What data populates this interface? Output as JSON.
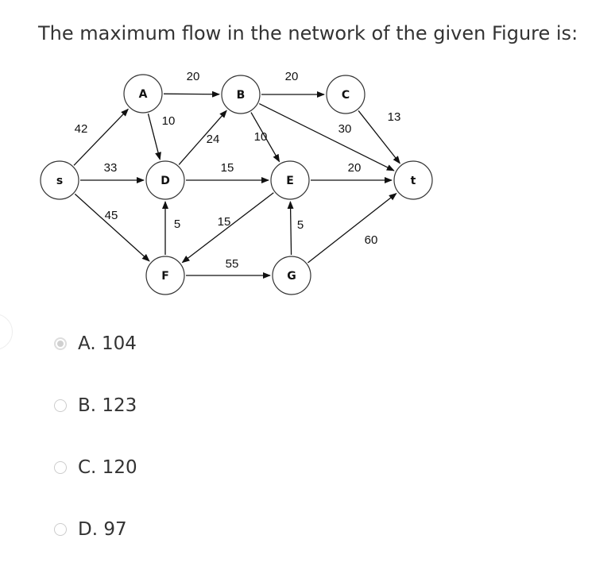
{
  "question": "The maximum flow in the network of the given Figure is:",
  "figure": {
    "nodes": [
      "s",
      "A",
      "B",
      "C",
      "D",
      "E",
      "t",
      "F",
      "G"
    ],
    "edges": [
      {
        "from": "s",
        "to": "A",
        "cap": "42"
      },
      {
        "from": "A",
        "to": "B",
        "cap": "20"
      },
      {
        "from": "B",
        "to": "C",
        "cap": "20"
      },
      {
        "from": "A",
        "to": "D",
        "cap": "10"
      },
      {
        "from": "D",
        "to": "B",
        "cap": "24"
      },
      {
        "from": "B",
        "to": "E",
        "cap": "10"
      },
      {
        "from": "B",
        "to": "t",
        "cap": "30"
      },
      {
        "from": "C",
        "to": "t",
        "cap": "13"
      },
      {
        "from": "s",
        "to": "D",
        "cap": "33"
      },
      {
        "from": "D",
        "to": "E",
        "cap": "15"
      },
      {
        "from": "E",
        "to": "t",
        "cap": "20"
      },
      {
        "from": "s",
        "to": "F",
        "cap": "45"
      },
      {
        "from": "F",
        "to": "D",
        "cap": "5"
      },
      {
        "from": "E",
        "to": "F",
        "cap": "15"
      },
      {
        "from": "G",
        "to": "E",
        "cap": "5"
      },
      {
        "from": "G",
        "to": "t",
        "cap": "60"
      },
      {
        "from": "F",
        "to": "G",
        "cap": "55"
      }
    ]
  },
  "options": [
    {
      "label": "A.  104",
      "selected": true
    },
    {
      "label": "B.  123",
      "selected": false
    },
    {
      "label": "C.  120",
      "selected": false
    },
    {
      "label": "D.  97",
      "selected": false
    }
  ]
}
